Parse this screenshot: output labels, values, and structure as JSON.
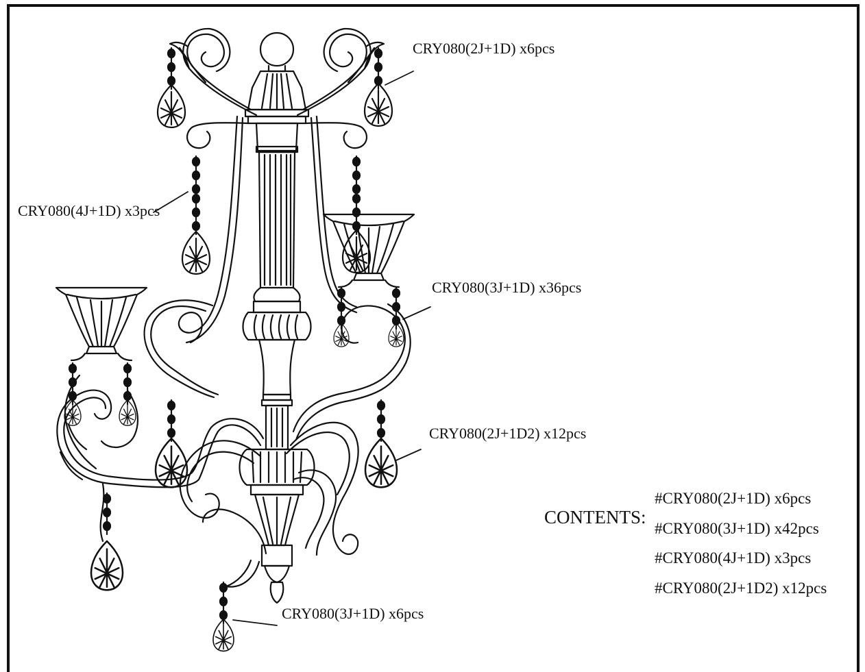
{
  "callouts": {
    "top_right": "CRY080(2J+1D) x6pcs",
    "left": "CRY080(4J+1D) x3pcs",
    "mid_right": "CRY080(3J+1D) x36pcs",
    "low_right": "CRY080(2J+1D2) x12pcs",
    "bottom": "CRY080(3J+1D) x6pcs"
  },
  "contents": {
    "title": "CONTENTS:",
    "items": [
      "#CRY080(2J+1D) x6pcs",
      "#CRY080(3J+1D) x42pcs",
      "#CRY080(4J+1D) x3pcs",
      "#CRY080(2J+1D2) x12pcs"
    ]
  }
}
